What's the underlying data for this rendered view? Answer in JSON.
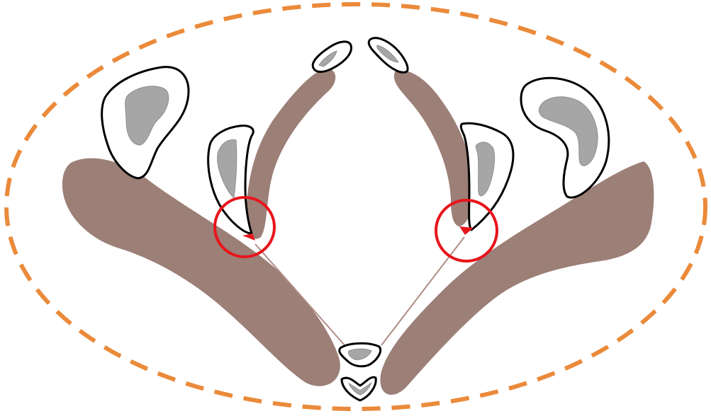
{
  "colors": {
    "outline": "#ea8a3a",
    "muscle": "#9c7f77",
    "highlight": "#e8141b",
    "bone_fill": "#ffffff",
    "bone_stroke": "#000000",
    "marrow": "#a6a6a6",
    "tendon": "#b08c85"
  },
  "elements": {
    "outline": "dashed-ellipse",
    "muscles": [
      "left-lower-muscle",
      "right-lower-muscle",
      "left-upper-muscle",
      "right-upper-muscle"
    ],
    "bones": [
      "left-top-bone",
      "right-top-bone",
      "left-outer-bone",
      "right-outer-bone",
      "left-inner-bone",
      "right-inner-bone",
      "bottom-upper-bone",
      "bottom-lower-bone"
    ],
    "highlights": [
      "left-highlight-circle",
      "right-highlight-circle"
    ],
    "arrows": [
      "left-arrow-icon",
      "right-arrow-icon"
    ]
  }
}
